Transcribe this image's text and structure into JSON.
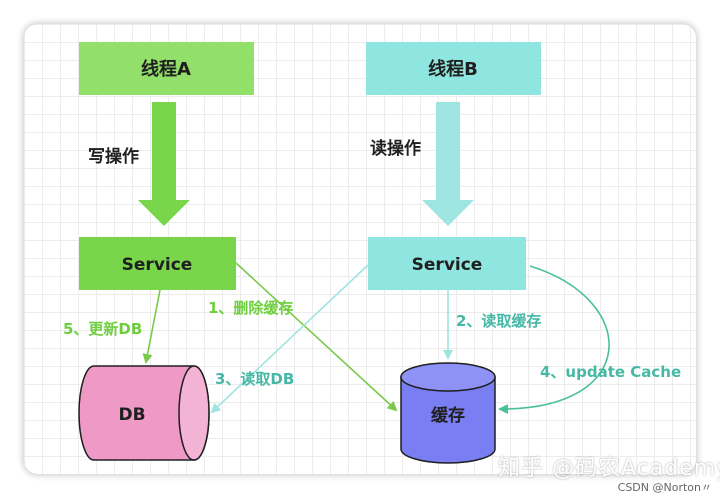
{
  "nodes": {
    "thread_a": "线程A",
    "thread_b": "线程B",
    "service_left": "Service",
    "service_right": "Service",
    "db": "DB",
    "cache": "缓存"
  },
  "labels": {
    "write_op": "写操作",
    "read_op": "读操作",
    "step1": "1、删除缓存",
    "step2": "2、读取缓存",
    "step3": "3、读取DB",
    "step4": "4、update Cache",
    "step5": "5、更新DB"
  },
  "watermarks": {
    "zhihu": "知乎 @码农Academy",
    "csdn": "CSDN @Norton〃"
  },
  "colors": {
    "green_box": "#92df6a",
    "cyan_box": "#8fe5e0",
    "green_arrow": "#79d64a",
    "cyan_arrow": "#8ee0dc",
    "green_text": "#6fce3f",
    "teal_text": "#45b8a6",
    "db_fill": "#ef9ac6",
    "cache_fill": "#7a7ef3",
    "teal_line": "#4cbf9a"
  }
}
